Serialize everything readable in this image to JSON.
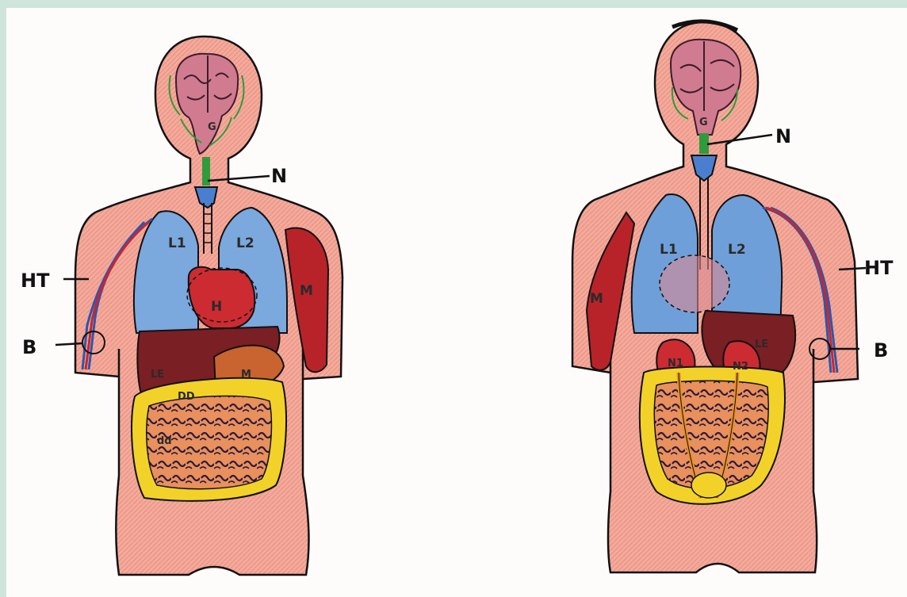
{
  "labels": {
    "gehirn": "G",
    "nerv": "N",
    "haut": "HT",
    "blut": "B",
    "lunge_links": "L1",
    "lunge_rechts": "L2",
    "herz": "H",
    "leber": "LE",
    "magen": "M",
    "muskel": "M",
    "niere_links": "N1",
    "niere_rechts": "N2",
    "dickdarm": "DD",
    "duenndarm": "dd"
  },
  "colors": {
    "skin": "#f0a394",
    "lung": "#6f9fd8",
    "heart": "#c8262d",
    "liver": "#7a1f24",
    "brain": "#d47a8f",
    "colon": "#f2d229",
    "intestine": "#e88a5a",
    "nerve": "#2f9b3a",
    "muscle": "#b8232a",
    "vein": "#2a57b0"
  },
  "icons": [
    "front-body-figure",
    "back-body-figure"
  ]
}
